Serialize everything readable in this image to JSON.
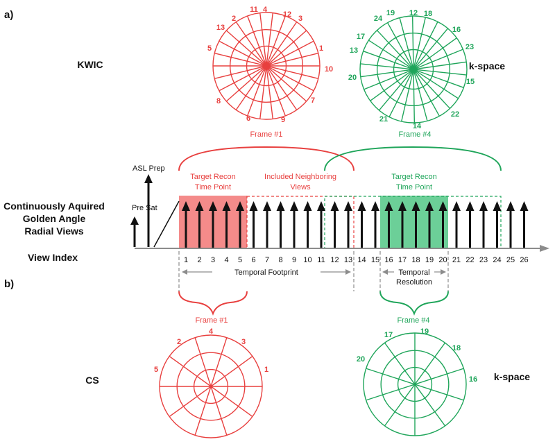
{
  "colors": {
    "red": "#e8403f",
    "green": "#1fa55a",
    "black": "#111111",
    "gray": "#8c8c8c",
    "red_fill": "#f48b8a",
    "green_fill": "#6ccf98"
  },
  "panels": {
    "a": "a)",
    "b": "b)"
  },
  "left_labels": {
    "kwic": "KWIC",
    "cs": "CS",
    "acquired_1": "Continuously Aquired",
    "acquired_2": "Golden Angle",
    "acquired_3": "Radial Views",
    "view_index": "View Index"
  },
  "right_labels": {
    "kspace_top": "k-space",
    "kspace_bottom": "k-space"
  },
  "prep": {
    "asl": "ASL Prep",
    "presat": "Pre Sat"
  },
  "frames": {
    "f1_top": "Frame #1",
    "f4_top": "Frame #4",
    "f1_bottom": "Frame #1",
    "f4_bottom": "Frame #4"
  },
  "timeline": {
    "target_red_1": "Target Recon",
    "target_red_2": "Time Point",
    "neighbors_1": "Included Neighboring",
    "neighbors_2": "Views",
    "target_green_1": "Target Recon",
    "target_green_2": "Time Point",
    "temporal_footprint": "Temporal Footprint",
    "temporal_resolution_1": "Temporal",
    "temporal_resolution_2": "Resolution",
    "view_indices": [
      "1",
      "2",
      "3",
      "4",
      "5",
      "6",
      "7",
      "8",
      "9",
      "10",
      "11",
      "12",
      "13",
      "14",
      "15",
      "16",
      "17",
      "18",
      "19",
      "20",
      "21",
      "22",
      "23",
      "24",
      "25",
      "26"
    ]
  },
  "kspace_labels": {
    "kwic_red": [
      "11",
      "4",
      "12",
      "2",
      "3",
      "13",
      "5",
      "1",
      "10",
      "8",
      "7",
      "6",
      "9"
    ],
    "kwic_green": [
      "24",
      "19",
      "12",
      "18",
      "17",
      "16",
      "13",
      "23",
      "20",
      "15",
      "22",
      "21",
      "14"
    ],
    "cs_red": [
      "4",
      "2",
      "3",
      "5",
      "1"
    ],
    "cs_green": [
      "19",
      "17",
      "18",
      "20",
      "16"
    ]
  }
}
